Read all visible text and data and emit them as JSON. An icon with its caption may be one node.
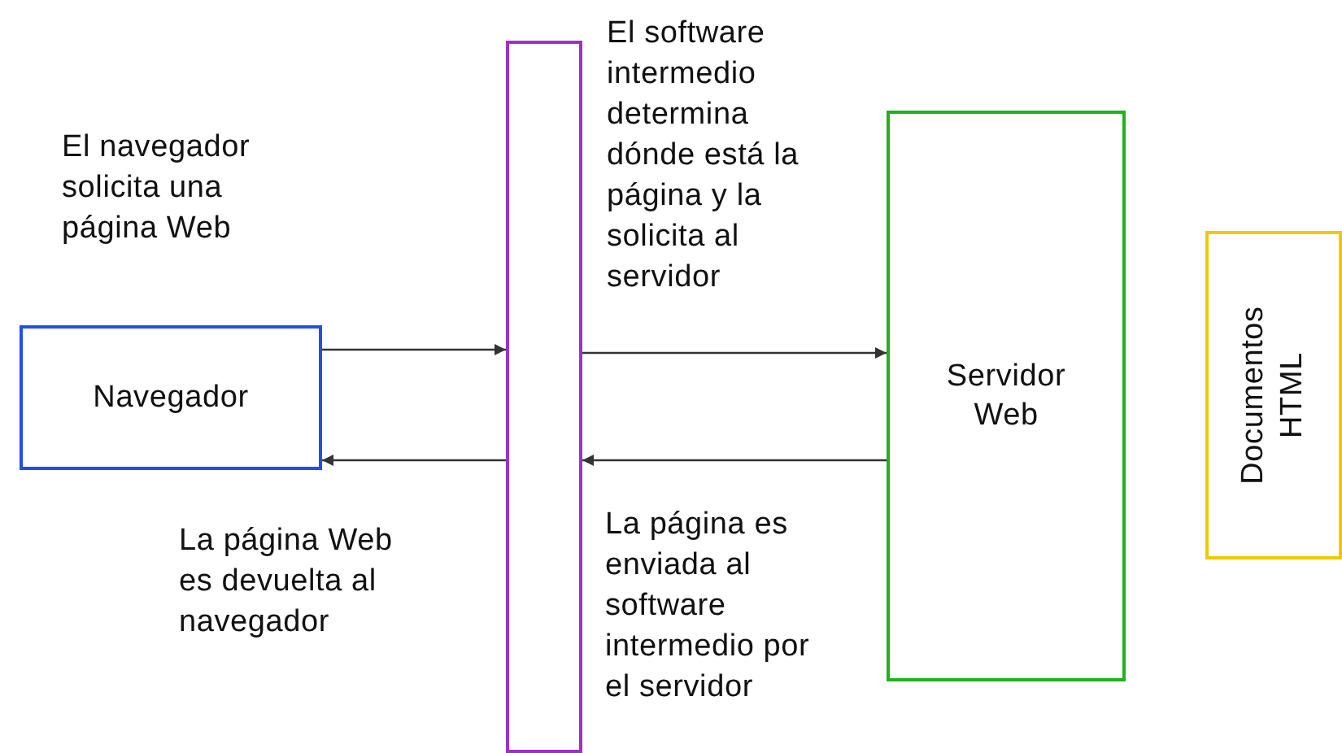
{
  "diagram": {
    "nodes": [
      {
        "text": [
          "Navegador"
        ]
      },
      {
        "text": [],
        "shape": "bar"
      },
      {
        "text": [
          "Servidor Web"
        ]
      },
      {
        "text": [
          "Documentos HTML"
        ]
      }
    ],
    "edges": [
      {
        "from": 0,
        "to": 1,
        "arrow": "to"
      },
      {
        "from": 1,
        "to": 2,
        "arrow": "to"
      },
      {
        "from": 2,
        "to": 1,
        "arrow": "to"
      },
      {
        "from": 1,
        "to": 0,
        "arrow": "to"
      }
    ],
    "labels": [
      "El navegador solicita una página Web",
      "El software intermedio determina dónde está la página y la solicita al servidor",
      "La página Web es devuelta al navegador",
      "La página es enviada al software intermedio por el servidor"
    ]
  }
}
